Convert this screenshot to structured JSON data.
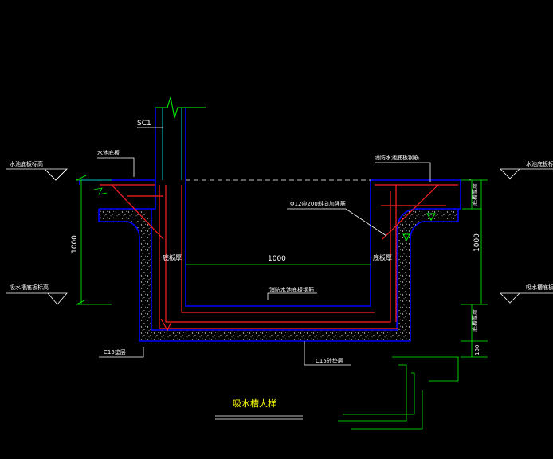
{
  "title": "吸水槽大样",
  "labels": {
    "sc1": "SC1",
    "floor_top_left": "水池底板标高",
    "floor_top_right": "水池底板标高",
    "sump_bottom_left": "吸水槽底板标高",
    "sump_bottom_right": "吸水槽底板标高",
    "waterproof_left": "水池底板",
    "waterproof_right": "消防水池底板钢筋",
    "rebar_note": "Φ12@200斜向加强筋",
    "slab_left": "底板厚",
    "slab_right": "底板厚",
    "inner_rebar": "消防水池底板钢筋",
    "c15_left": "C15垫层",
    "c15_bottom": "C15砂垫层",
    "vert_right_top": "底板厚度",
    "vert_right_bottom": "底板厚度"
  },
  "dimensions": {
    "inner_width": "1000",
    "left_height": "1000",
    "right_height": "1000",
    "bottom_cushion": "100"
  },
  "colors": {
    "background": "#000000",
    "concrete_outline": "#0000ff",
    "rebar": "#ff2020",
    "annotation": "#ffffff",
    "dimension": "#00ff00",
    "fill_dots": "#ffffff",
    "title": "#ffff00",
    "wall_rebar": "#00ffff"
  }
}
